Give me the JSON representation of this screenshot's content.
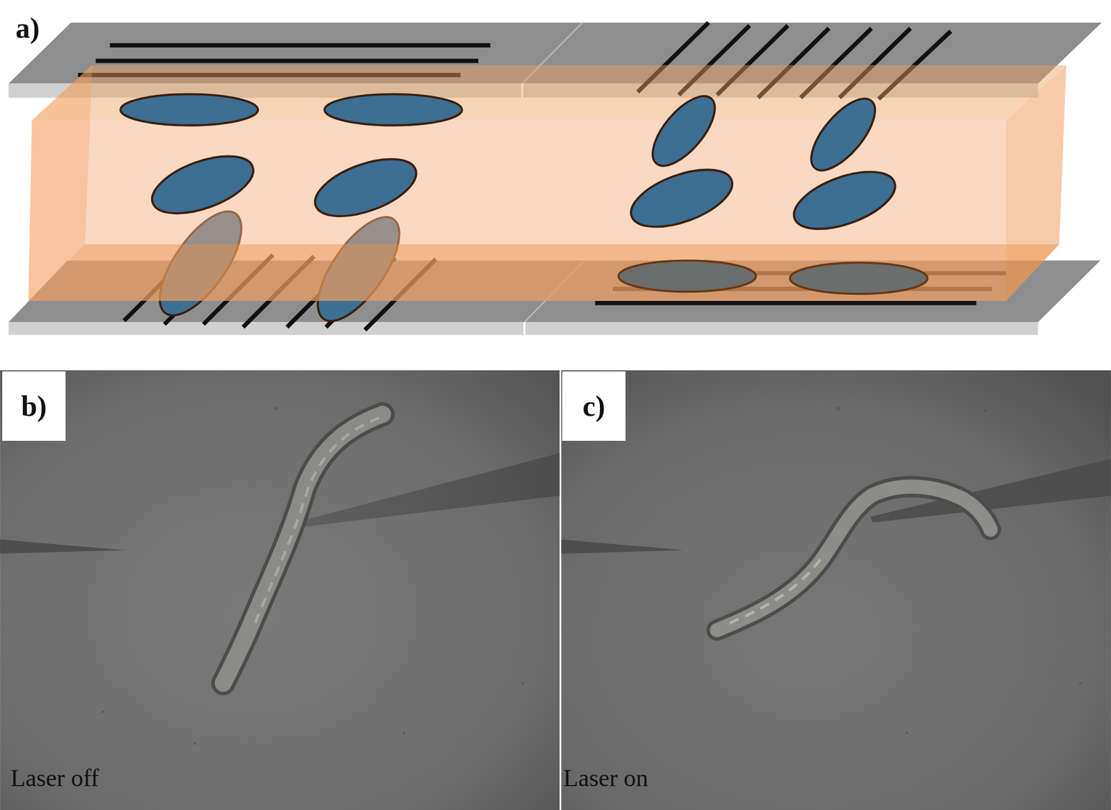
{
  "diagram": {
    "labels": [
      "a)",
      "b)",
      "c)",
      "Laser off",
      "Laser on"
    ]
  }
}
